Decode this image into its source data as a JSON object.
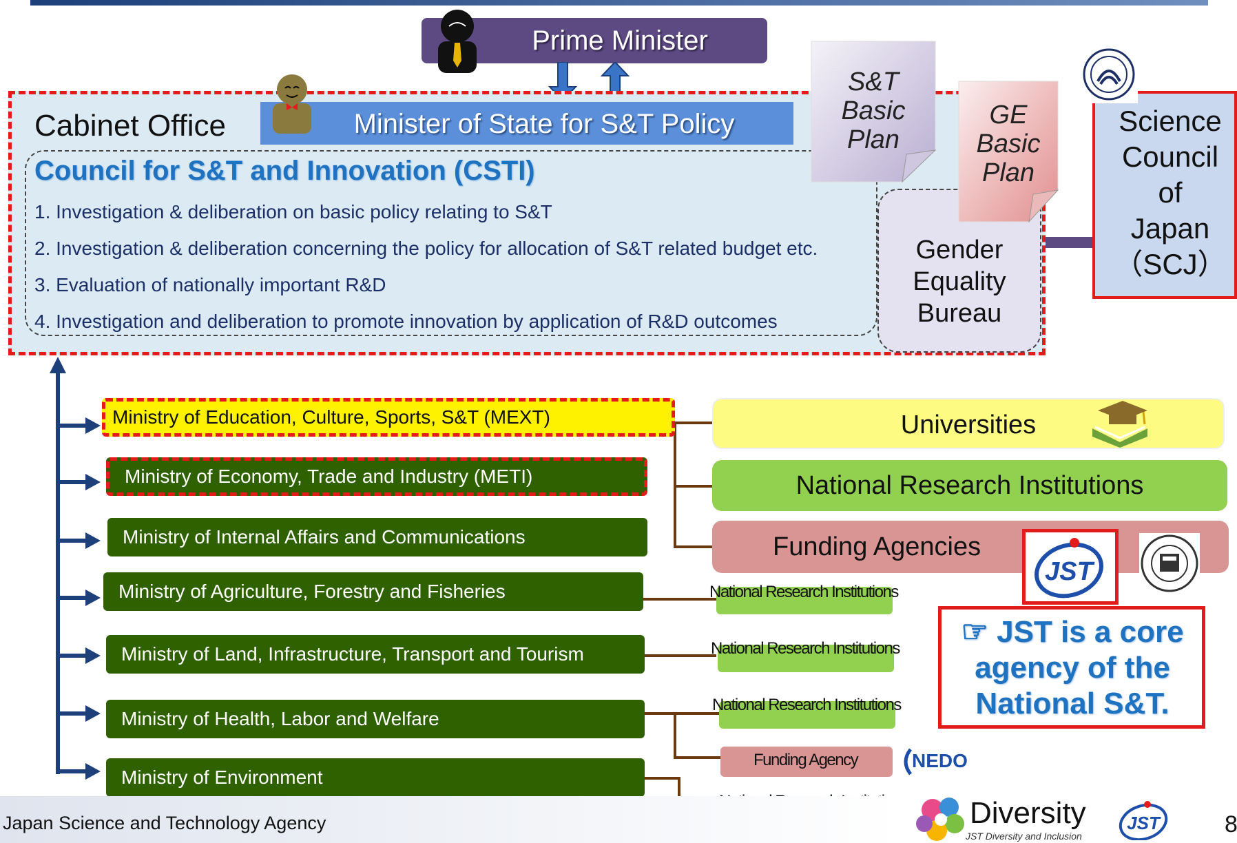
{
  "prime_minister": "Prime Minister",
  "cabinet_office": "Cabinet Office",
  "minister_of_state": "Minister of State for S&T Policy",
  "csti": {
    "title": "Council for S&T and Innovation (CSTI)",
    "items": [
      "1. Investigation & deliberation on basic policy relating to S&T",
      "2. Investigation & deliberation concerning the policy for allocation of S&T related budget etc.",
      "3. Evaluation of nationally important R&D",
      "4. Investigation and deliberation  to promote innovation by application of R&D outcomes"
    ]
  },
  "plans": {
    "st_plan": [
      "S&T",
      "Basic",
      "Plan"
    ],
    "ge_plan": [
      "GE",
      "Basic",
      "Plan"
    ]
  },
  "gender_bureau": [
    "Gender",
    "Equality",
    "Bureau"
  ],
  "scj": [
    "Science",
    "Council",
    "of",
    "Japan",
    "（SCJ）"
  ],
  "ministries": [
    "Ministry of Education, Culture, Sports, S&T (MEXT)",
    "Ministry of Economy, Trade and Industry (METI)",
    "Ministry of Internal Affairs and Communications",
    "Ministry of Agriculture, Forestry and Fisheries",
    "Ministry of Land, Infrastructure, Transport and Tourism",
    "Ministry of Health, Labor and Welfare",
    "Ministry of Environment"
  ],
  "mext_targets": {
    "universities": "Universities",
    "national_research": "National Research Institutions",
    "funding": "Funding Agencies"
  },
  "small_boxes": {
    "agri_nri": "National Research Institutions",
    "land_nri": "National Research Institutions",
    "health_nri": "National Research Institutions",
    "health_funding": "Funding Agency",
    "env_nri": "National Research Institution"
  },
  "jst_logo_text": "JST",
  "jst_note": [
    "☞ JST is a core",
    "agency of the",
    "National S&T."
  ],
  "nedo_logo": "NEDO",
  "footer": "Japan Science and Technology Agency",
  "diversity": {
    "word": "Diversity",
    "sub": "JST Diversity and Inclusion"
  },
  "page_number": "8",
  "colors": {
    "cabinet_border": "#e41b1b",
    "ministry_green": "#2f6100",
    "mext_yellow": "#fff200",
    "arrow_navy": "#1d3f7a",
    "prime_minister_purple": "#5e4a82"
  }
}
